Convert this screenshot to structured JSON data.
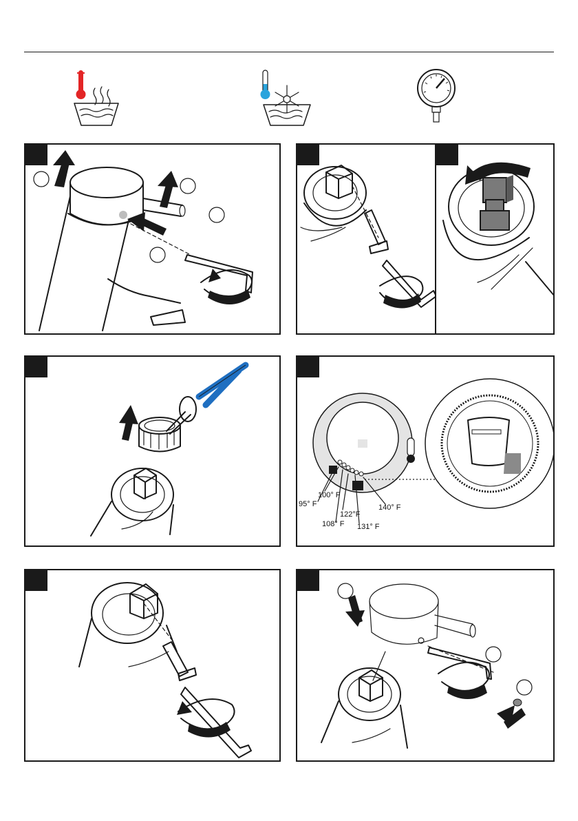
{
  "header": {
    "icons": [
      "hot-water-icon",
      "cold-water-icon",
      "pressure-gauge-icon"
    ]
  },
  "colors": {
    "hot": "#e32526",
    "cold": "#2aa4dd",
    "pliers": "#1f6fc1",
    "line": "#1a1a1a",
    "tab": "#1a1a1a"
  },
  "temperature_dial": {
    "labels": [
      "95° F",
      "100° F",
      "108° F",
      "122°F",
      "131° F",
      "140° F"
    ]
  }
}
